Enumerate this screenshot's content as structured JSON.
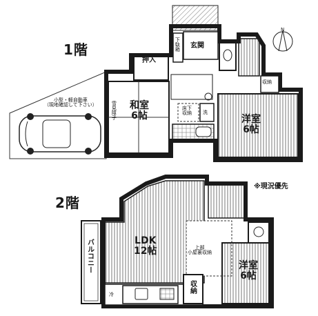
{
  "floors": {
    "first": "1階",
    "second": "2階"
  },
  "note": "※現況優先",
  "compass": "N",
  "rooms_1f": {
    "entrance": "玄関",
    "shoe_closet": "下駄箱",
    "oshiire": "押入",
    "washitsu": "和室\n6帖",
    "yukimi_shoji": "雪見障子",
    "underfloor": "床下\n収納",
    "wash": "洗",
    "western": "洋室\n6帖",
    "storage": "収納",
    "parking": "小型・軽自動車\n（現地確認して下さい）"
  },
  "rooms_2f": {
    "balcony": "バルコニー",
    "ldk": "LDK\n12帖",
    "attic": "上部\n小屋裏収納",
    "western": "洋室\n6帖",
    "storage": "収納",
    "fridge": "冷"
  },
  "colors": {
    "wall": "#1a1a1a",
    "hatch": "#555555",
    "tile": "#888888"
  }
}
